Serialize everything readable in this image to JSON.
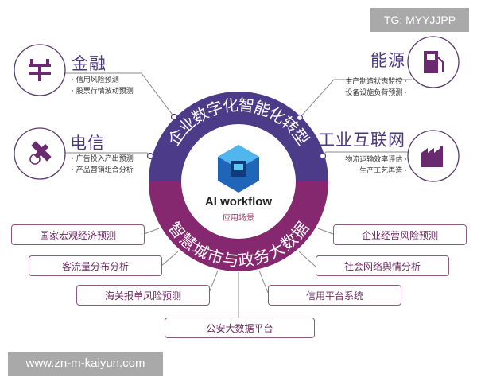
{
  "ring": {
    "top_label": "企业数字化智能化转型",
    "bottom_label": "智慧城市与政务大数据",
    "top_color": "#4b3b88",
    "bottom_color": "#86286f",
    "center_title": "AI workflow",
    "center_subtitle": "应用场景"
  },
  "sectors": [
    {
      "title": "金融",
      "icon": "yen-currency-icon",
      "items": [
        "信用风险预测",
        "股票行情波动预测"
      ]
    },
    {
      "title": "电信",
      "icon": "satellite-icon",
      "items": [
        "广告投入产出预测",
        "产品营销组合分析"
      ]
    },
    {
      "title": "能源",
      "icon": "fuel-pump-icon",
      "items": [
        "生产制造状态监控",
        "设备设施负荷预测"
      ]
    },
    {
      "title": "工业互联网",
      "icon": "factory-icon",
      "items": [
        "物流运输效率评估",
        "生产工艺再造"
      ]
    }
  ],
  "city_items": [
    "国家宏观经济预测",
    "客流量分布分析",
    "海关报单风险预测",
    "公安大数据平台",
    "信用平台系统",
    "社会网络舆情分析",
    "企业经营风险预测"
  ],
  "watermarks": {
    "top": "TG: MYYJJPP",
    "bottom": "www.zn-m-kaiyun.com"
  }
}
